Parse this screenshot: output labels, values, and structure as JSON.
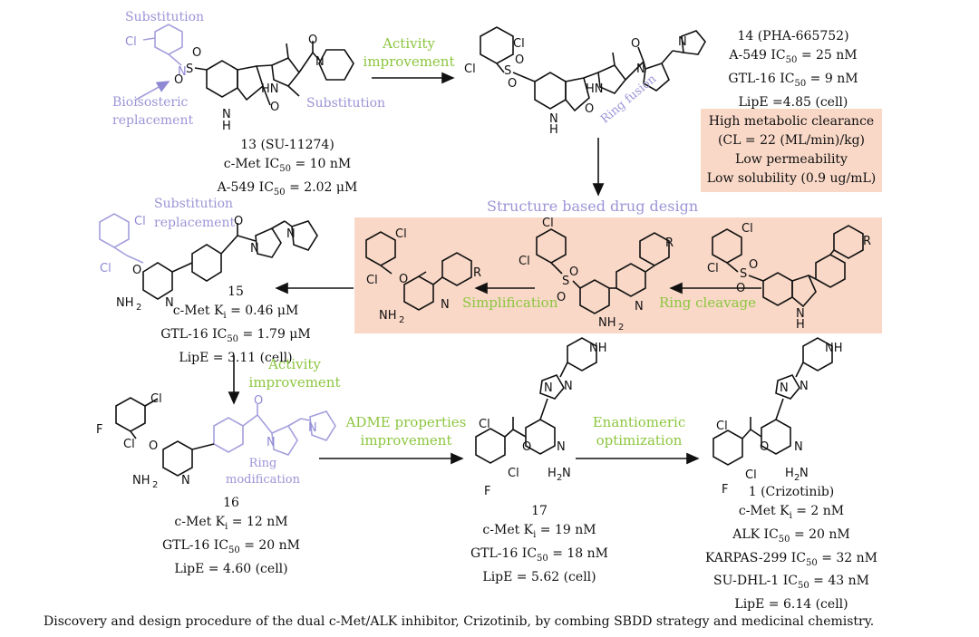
{
  "top_left": {
    "substitution_top": "Substitution",
    "bioisosteric": "Bioisosteric",
    "replacement": "replacement",
    "substitution_right": "Substitution",
    "title": "13 (SU-11274)",
    "line1_a": "c-Met IC",
    "line1_sub": "50",
    "line1_b": " = 10 nM",
    "line2_a": "A-549 IC",
    "line2_sub": "50",
    "line2_b": " = 2.02 μM"
  },
  "arrow_labels": {
    "activity1_l1": "Activity",
    "activity1_l2": "improvement",
    "ring_fusion": "Ring fusion",
    "sbdd": "Structure based drug design",
    "simplification": "Simplification",
    "ring_cleavage": "Ring cleavage",
    "activity2_l1": "Activity",
    "activity2_l2": "improvement",
    "adme_l1": "ADME properties",
    "adme_l2": "improvement",
    "enant_l1": "Enantiomeric",
    "enant_l2": "optimization"
  },
  "c14": {
    "title": "14 (PHA-665752)",
    "l1_a": "A-549 IC",
    "l1_sub": "50",
    "l1_b": " = 25 nM",
    "l2_a": "GTL-16 IC",
    "l2_sub": "50",
    "l2_b": " = 9 nM",
    "l3": "LipE =4.85 (cell)",
    "box1": "High metabolic clearance",
    "box2": "(CL = 22 (ML/min)/kg)",
    "box3": "Low permeability",
    "box4": "Low solubility (0.9 ug/mL)"
  },
  "c15": {
    "sub_top": "Substitution",
    "sub_repl": "replacement",
    "number": "15",
    "l1_a": "c-Met K",
    "l1_sub": "i",
    "l1_b": " = 0.46 μM",
    "l2_a": "GTL-16 IC",
    "l2_sub": "50",
    "l2_b": " = 1.79 μM",
    "l3": "LipE = 3.11 (cell)"
  },
  "c16": {
    "ring_l1": "Ring",
    "ring_l2": "modification",
    "number": "16",
    "l1_a": "c-Met K",
    "l1_sub": "i",
    "l1_b": " = 12 nM",
    "l2_a": "GTL-16 IC",
    "l2_sub": "50",
    "l2_b": " = 20 nM",
    "l3": "LipE = 4.60 (cell)"
  },
  "c17": {
    "number": "17",
    "l1_a": "c-Met K",
    "l1_sub": "i",
    "l1_b": " = 19 nM",
    "l2_a": "GTL-16 IC",
    "l2_sub": "50",
    "l2_b": " = 18 nM",
    "l3": "LipE = 5.62 (cell)"
  },
  "c1": {
    "title": "1 (Crizotinib)",
    "l1_a": "c-Met K",
    "l1_sub": "i",
    "l1_b": " = 2 nM",
    "l2_a": "ALK IC",
    "l2_sub": "50",
    "l2_b": " = 20 nM",
    "l3_a": "KARPAS-299 IC",
    "l3_sub": "50",
    "l3_b": " = 32 nM",
    "l4_a": "SU-DHL-1 IC",
    "l4_sub": "50",
    "l4_b": " = 43 nM",
    "l5": "LipE = 6.14 (cell)"
  },
  "atoms": {
    "cl": "Cl",
    "f": "F",
    "n": "N",
    "nh": "NH",
    "h": "H",
    "o": "O",
    "s": "S",
    "nh2": "NH2",
    "h2n": "H2N",
    "hn": "HN",
    "r": "R"
  },
  "caption": "Discovery and design procedure of the dual c-Met/ALK inhibitor, Crizotinib, by combing SBDD strategy and medicinal chemistry.",
  "colors": {
    "lavender": "#9b95d6",
    "green": "#8cc63f",
    "peach": "#f9d8c7"
  }
}
